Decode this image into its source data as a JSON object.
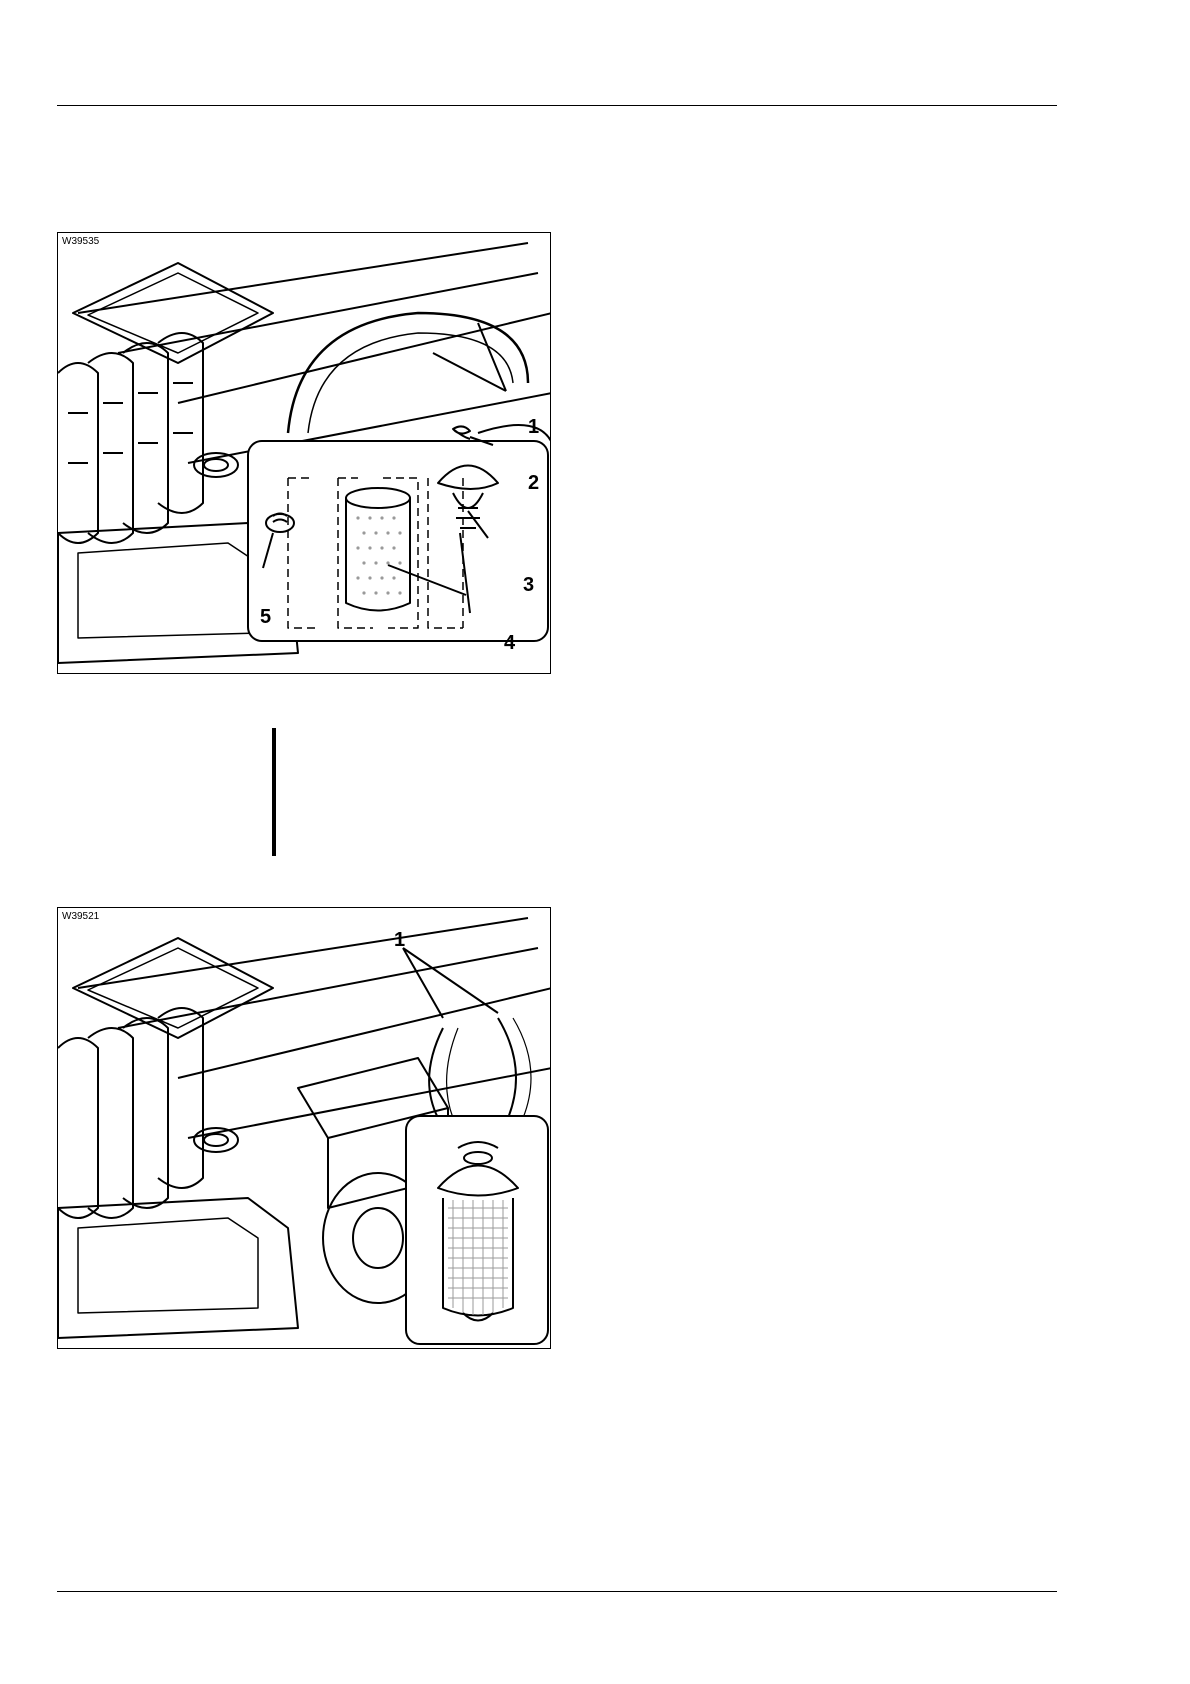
{
  "figures": [
    {
      "id": "W39535",
      "callouts": [
        "1",
        "2",
        "3",
        "4",
        "5"
      ]
    },
    {
      "id": "W39521",
      "callouts": [
        "1"
      ]
    }
  ],
  "colors": {
    "line": "#000000",
    "paper": "#ffffff",
    "shade": "#9a9a9a"
  }
}
